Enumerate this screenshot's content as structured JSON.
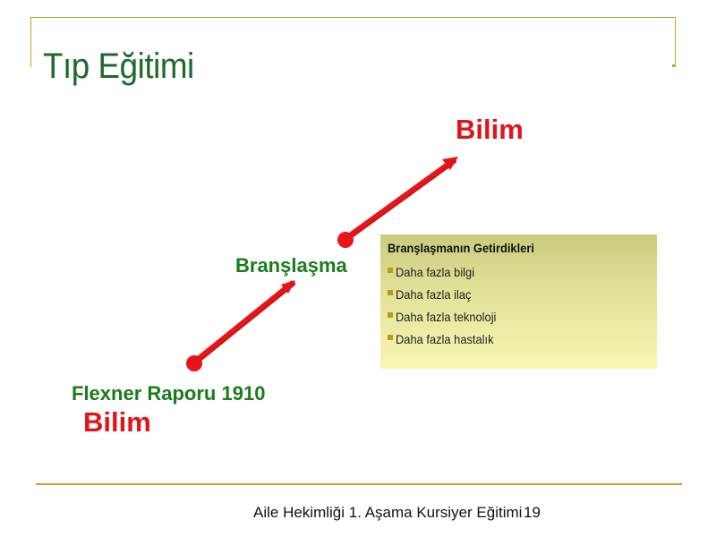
{
  "slide": {
    "title": "Tıp Eğitimi",
    "footer": "Aile Hekimliği 1. Aşama Kursiyer Eğitimi",
    "slide_number": "19"
  },
  "diagram": {
    "top_label": "Bilim",
    "middle_label": "Branşlaşma",
    "bottom_label": "Flexner Raporu 1910",
    "bottom_sublabel": "Bilim",
    "arrow_color": "#e0141a",
    "label_green": "#1a7c1a"
  },
  "info_box": {
    "title": "Branşlaşmanın Getirdikleri",
    "items": [
      "Daha fazla bilgi",
      "Daha fazla ilaç",
      "Daha fazla teknoloji",
      "Daha fazla hastalık"
    ]
  }
}
